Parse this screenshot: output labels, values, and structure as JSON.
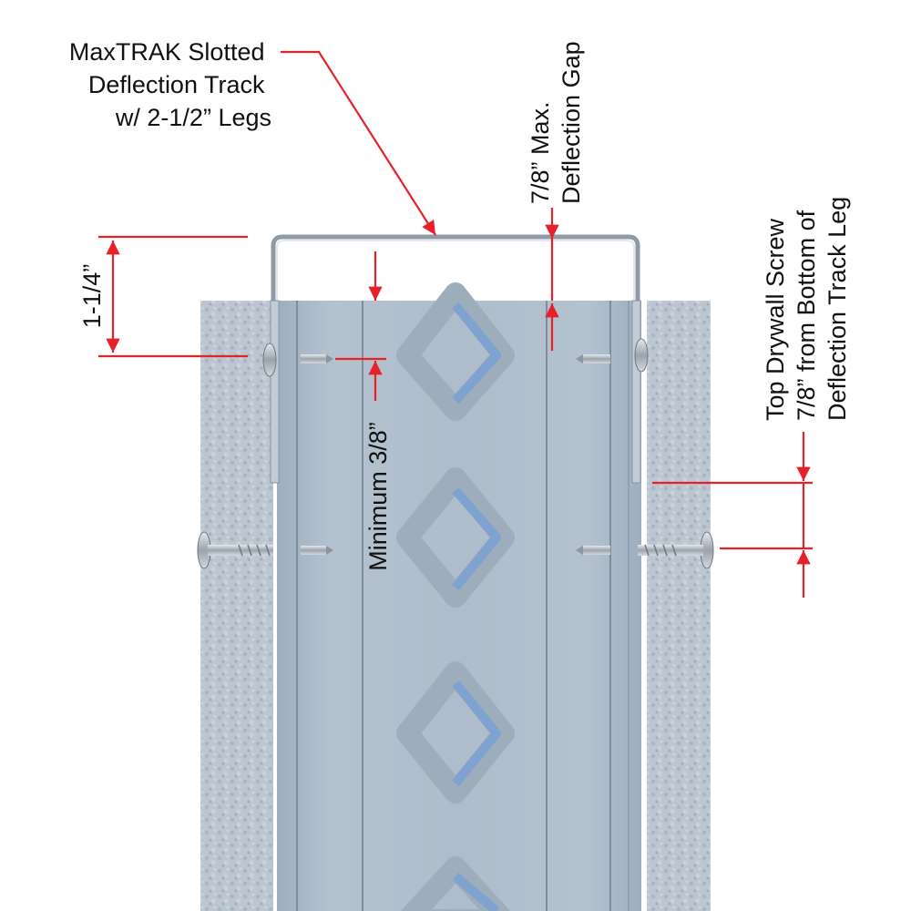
{
  "labels": {
    "track": [
      "MaxTRAK Slotted",
      "Deflection Track",
      "w/ 2-1/2” Legs"
    ],
    "deflection_gap": [
      "7/8” Max.",
      "Deflection Gap"
    ],
    "leg_overlap": "1-1/4”",
    "minimum": "Minimum 3/8”",
    "drywall_screw": [
      "Top Drywall Screw",
      "7/8” from Bottom of",
      "Deflection Track Leg"
    ]
  },
  "colors": {
    "dimension": "#e8202a",
    "drywall": "#b9c3cf",
    "stud": "#a9b8c8",
    "track": "#c7d0d9",
    "text": "#111111"
  }
}
